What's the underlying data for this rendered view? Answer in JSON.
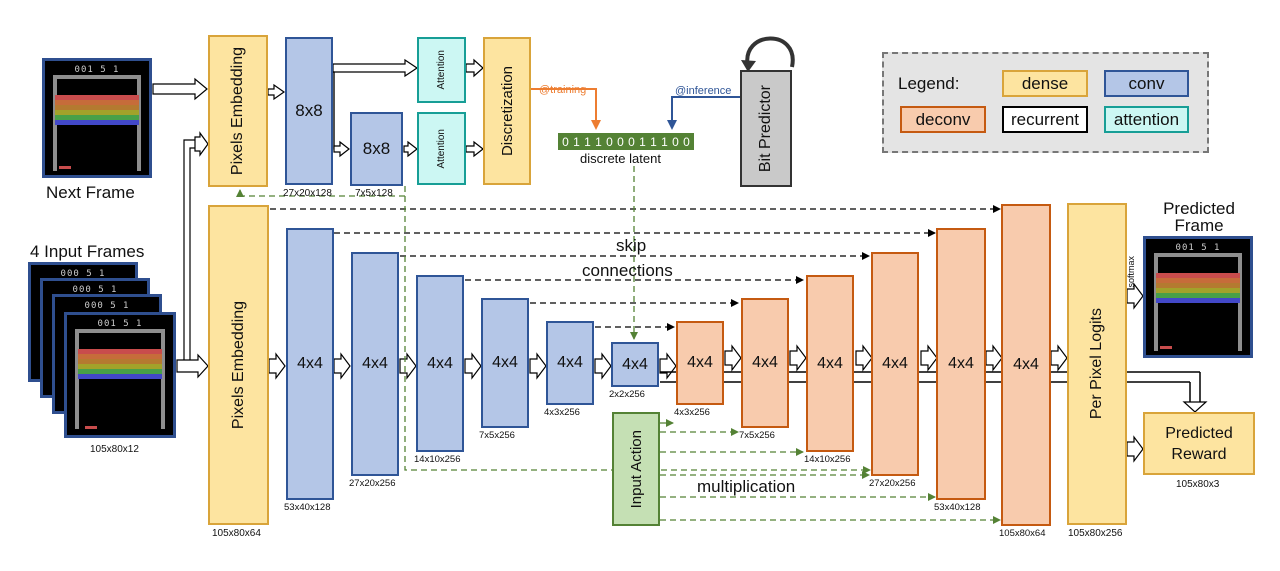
{
  "labels": {
    "next_frame": "Next Frame",
    "input_frames": "4 Input Frames",
    "input_dims": "105x80x12",
    "predicted_frame": "Predicted Frame",
    "predicted_reward": "Predicted Reward",
    "reward_dims": "105x80x3",
    "softmax": "softmax",
    "skip_connections_1": "skip",
    "skip_connections_2": "connections",
    "multiplication": "multiplication",
    "training": "@training",
    "inference": "@inference",
    "discrete_latent": "discrete latent"
  },
  "latent_bits": [
    "0",
    "1",
    "1",
    "1",
    "0",
    "0",
    "0",
    "1",
    "1",
    "1",
    "0",
    "0"
  ],
  "frame_score": "001 5 1",
  "stack_score": "000 5 1",
  "blocks": {
    "pixels_embedding_top": "Pixels Embedding",
    "conv8_a": "8x8",
    "conv8_b": "8x8",
    "attention_a": "Attention",
    "attention_b": "Attention",
    "discretization": "Discretization",
    "bit_predictor": "Bit Predictor",
    "pixels_embedding_bottom": "Pixels Embedding",
    "input_action": "Input Action",
    "per_pixel_logits": "Per Pixel Logits",
    "enc": [
      "4x4",
      "4x4",
      "4x4",
      "4x4",
      "4x4",
      "4x4"
    ],
    "dec": [
      "4x4",
      "4x4",
      "4x4",
      "4x4",
      "4x4",
      "4x4"
    ]
  },
  "dims": {
    "conv8_a": "27x20x128",
    "conv8_b": "7x5x128",
    "emb_bottom": "105x80x64",
    "enc": [
      "53x40x128",
      "27x20x256",
      "14x10x256",
      "7x5x256",
      "4x3x256",
      "2x2x256"
    ],
    "dec": [
      "4x3x256",
      "7x5x256",
      "14x10x256",
      "27x20x256",
      "53x40x128",
      "105x80x64"
    ],
    "logits": "105x80x256"
  },
  "legend": {
    "title": "Legend:",
    "dense": "dense",
    "conv": "conv",
    "deconv": "deconv",
    "recurrent": "recurrent",
    "attention": "attention"
  },
  "colors": {
    "dense": "#fde4a0",
    "conv": "#b4c6e7",
    "deconv": "#f8cbad",
    "attention": "#ccf7f3",
    "action": "#c5e0b4",
    "training_arrow": "#ed7d31",
    "inference_arrow": "#2f5597",
    "latent": "#548235"
  }
}
